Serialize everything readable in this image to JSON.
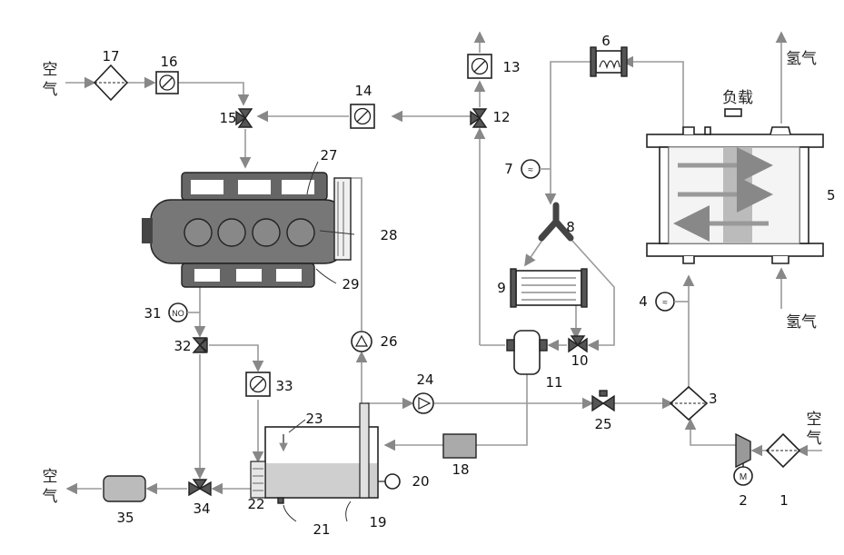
{
  "labels": {
    "n1": "1",
    "n2": "2",
    "n3": "3",
    "n4": "4",
    "n5": "5",
    "n6": "6",
    "n7": "7",
    "n8": "8",
    "n9": "9",
    "n10": "10",
    "n11": "11",
    "n12": "12",
    "n13": "13",
    "n14": "14",
    "n15": "15",
    "n16": "16",
    "n17": "17",
    "n18": "18",
    "n19": "19",
    "n20": "20",
    "n21": "21",
    "n22": "22",
    "n23": "23",
    "n24": "24",
    "n25": "25",
    "n26": "26",
    "n27": "27",
    "n28": "28",
    "n29": "29",
    "n31": "31",
    "n32": "32",
    "n33": "33",
    "n34": "34",
    "n35": "35"
  },
  "text": {
    "air_left_1": "空",
    "air_left_2": "气",
    "air_right_1": "空",
    "air_right_2": "气",
    "air_bottom_1": "空",
    "air_bottom_2": "气",
    "hydrogen_out": "氢气",
    "hydrogen_in": "氢气",
    "load": "负载",
    "motor": "M"
  }
}
